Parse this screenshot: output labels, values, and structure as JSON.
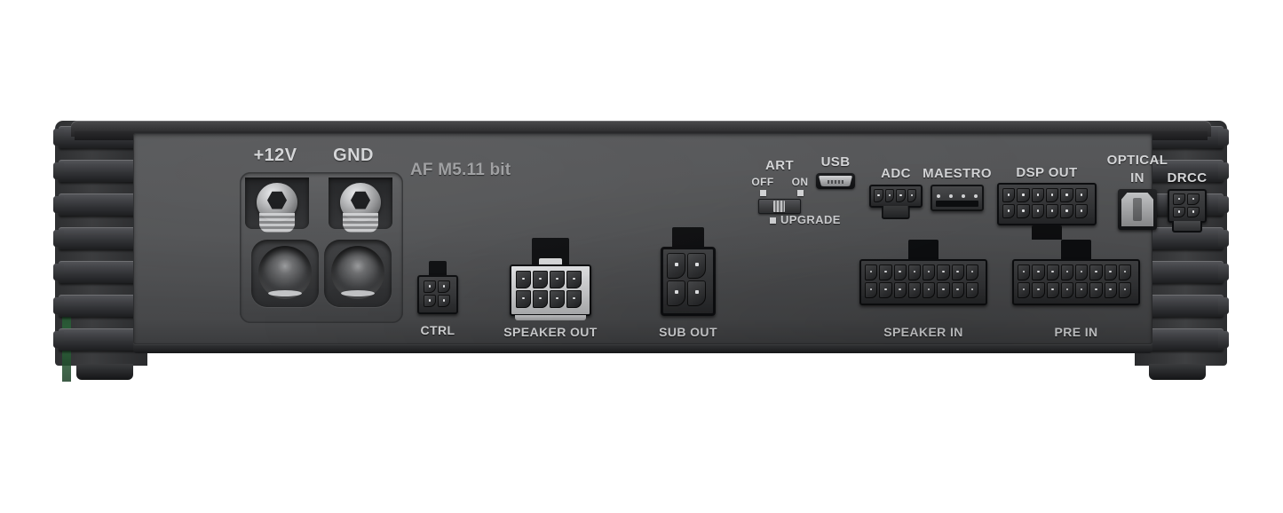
{
  "product": {
    "model_label": "AF M5.11 bit",
    "view": "rear-panel"
  },
  "power_terminals": {
    "positive_label": "+12V",
    "ground_label": "GND"
  },
  "connectors": [
    {
      "id": "ctrl",
      "label": "CTRL",
      "pins": 4,
      "rows": 2,
      "cols": 2,
      "style": "dark"
    },
    {
      "id": "speaker_out",
      "label": "SPEAKER OUT",
      "pins": 8,
      "rows": 2,
      "cols": 4,
      "style": "light"
    },
    {
      "id": "sub_out",
      "label": "SUB OUT",
      "pins": 4,
      "rows": 2,
      "cols": 2,
      "style": "dark"
    },
    {
      "id": "adc",
      "label": "ADC",
      "pins": 4,
      "rows": 1,
      "cols": 4,
      "style": "dark"
    },
    {
      "id": "maestro",
      "label": "MAESTRO",
      "pins": 4,
      "rows": 1,
      "cols": 4,
      "style": "dark"
    },
    {
      "id": "dsp_out",
      "label": "DSP OUT",
      "pins": 12,
      "rows": 2,
      "cols": 6,
      "style": "dark"
    },
    {
      "id": "speaker_in",
      "label": "SPEAKER IN",
      "pins": 16,
      "rows": 2,
      "cols": 8,
      "style": "dark"
    },
    {
      "id": "pre_in",
      "label": "PRE IN",
      "pins": 16,
      "rows": 2,
      "cols": 8,
      "style": "dark"
    },
    {
      "id": "drcc",
      "label": "DRCC",
      "pins": 4,
      "rows": 2,
      "cols": 2,
      "style": "dark"
    }
  ],
  "art_switch": {
    "title": "ART",
    "off_label": "OFF",
    "on_label": "ON",
    "upgrade_label": "UPGRADE",
    "position": "ON"
  },
  "usb": {
    "label": "USB",
    "type": "micro-usb"
  },
  "optical": {
    "label_line1": "OPTICAL",
    "label_line2": "IN",
    "type": "toslink"
  },
  "colors": {
    "chassis": "#3a3b3d",
    "faceplate": "#525355",
    "label_text": "#d4d5d7",
    "model_text": "#9d9ea0",
    "connector_light": "#cbccce",
    "connector_dark": "#343537",
    "pcb_green": "#2d6b3c",
    "background": "#ffffff"
  }
}
